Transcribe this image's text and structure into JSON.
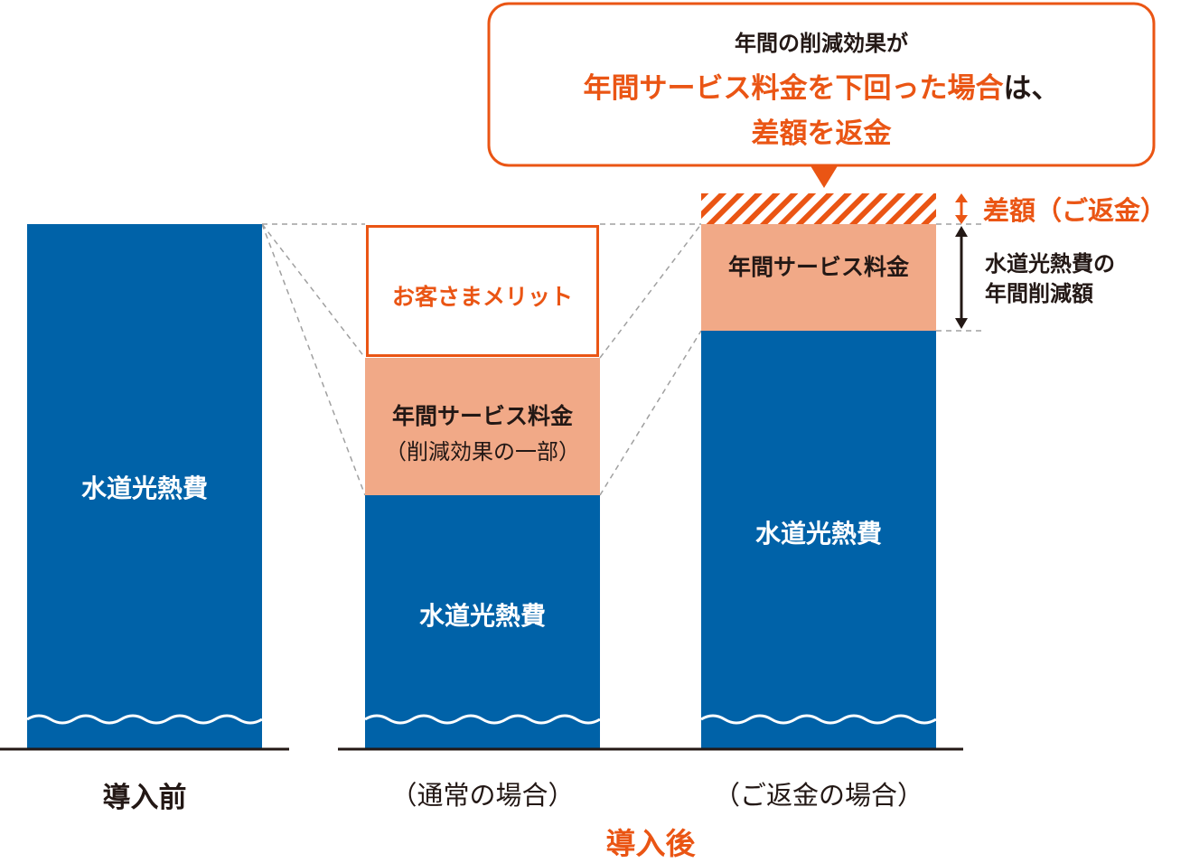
{
  "callout": {
    "line1": "年間の削減効果が",
    "line2_highlight": "年間サービス料金を下回った場合",
    "line2_suffix": "は、",
    "line3": "差額を返金"
  },
  "bars": {
    "before": {
      "utility_label": "水道光熱費"
    },
    "normal": {
      "merit_label": "お客さまメリット",
      "fee_label": "年間サービス料金",
      "fee_sublabel": "（削減効果の一部）",
      "utility_label": "水道光熱費"
    },
    "refund": {
      "fee_label": "年間サービス料金",
      "utility_label": "水道光熱費"
    }
  },
  "annotations": {
    "difference_label": "差額（ご返金）",
    "reduction_line1": "水道光熱費の",
    "reduction_line2": "年間削減額"
  },
  "axis": {
    "before_label": "導入前",
    "normal_label": "（通常の場合）",
    "refund_label": "（ご返金の場合）",
    "after_label": "導入後"
  },
  "colors": {
    "blue": "#0062a8",
    "salmon": "#f1a987",
    "orange": "#ea5514",
    "dark": "#231815",
    "dashed_gray": "#a0a0a0"
  }
}
